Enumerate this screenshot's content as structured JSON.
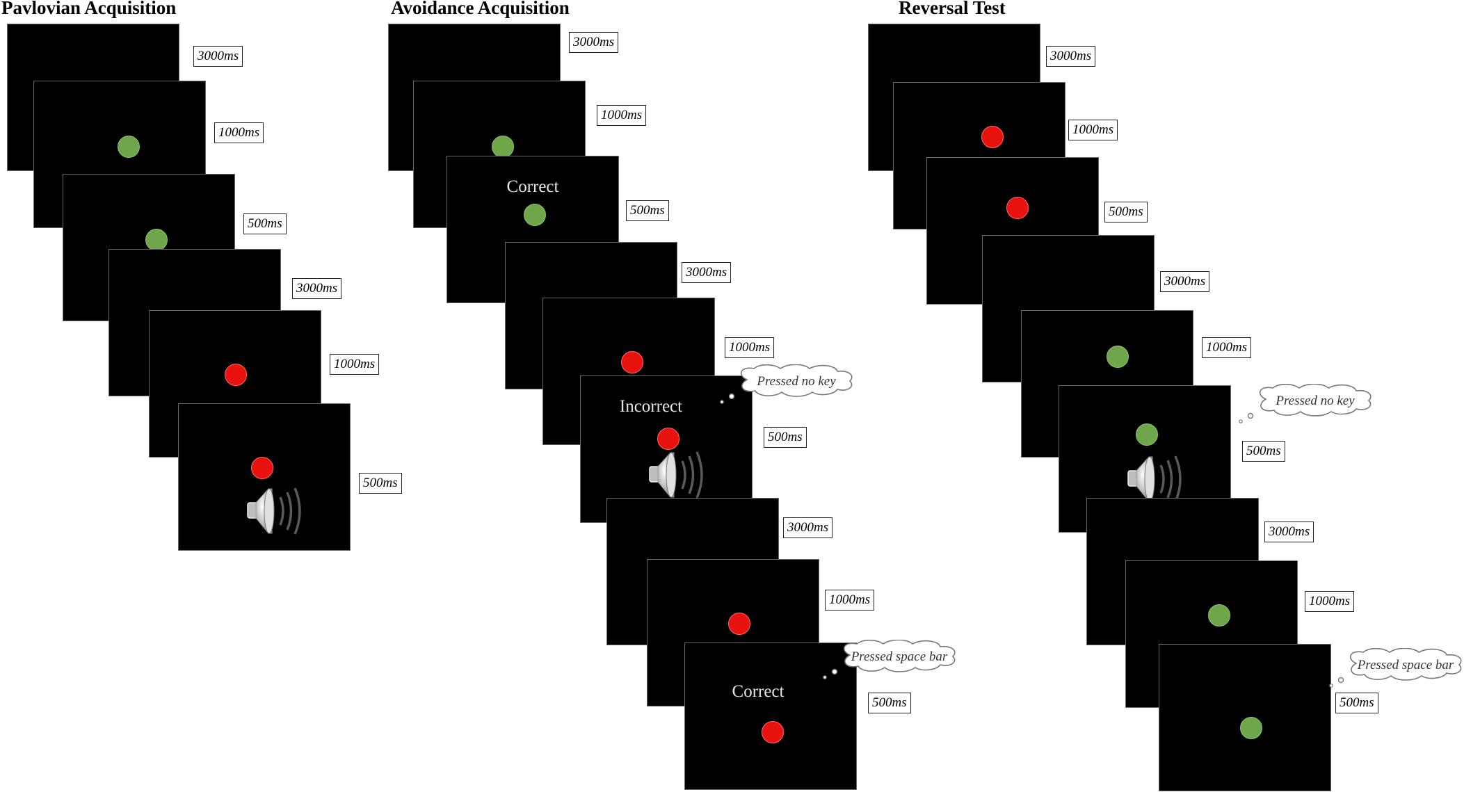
{
  "panels": [
    {
      "title": "Pavlovian Acquisition"
    },
    {
      "title": "Avoidance Acquisition"
    },
    {
      "title": "Reversal Test"
    }
  ],
  "durations": {
    "d3000": "3000ms",
    "d1000": "1000ms",
    "d500": "500ms"
  },
  "feedback": {
    "correct": "Correct",
    "incorrect": "Incorrect"
  },
  "responses": {
    "no_key": "Pressed no key",
    "space_bar": "Pressed space bar"
  },
  "colors": {
    "green_stimulus": "#6fa64c",
    "red_stimulus": "#e8120f",
    "screen": "#000000"
  },
  "icons": {
    "sound": "speaker-icon",
    "response": "thought-bubble-icon"
  }
}
